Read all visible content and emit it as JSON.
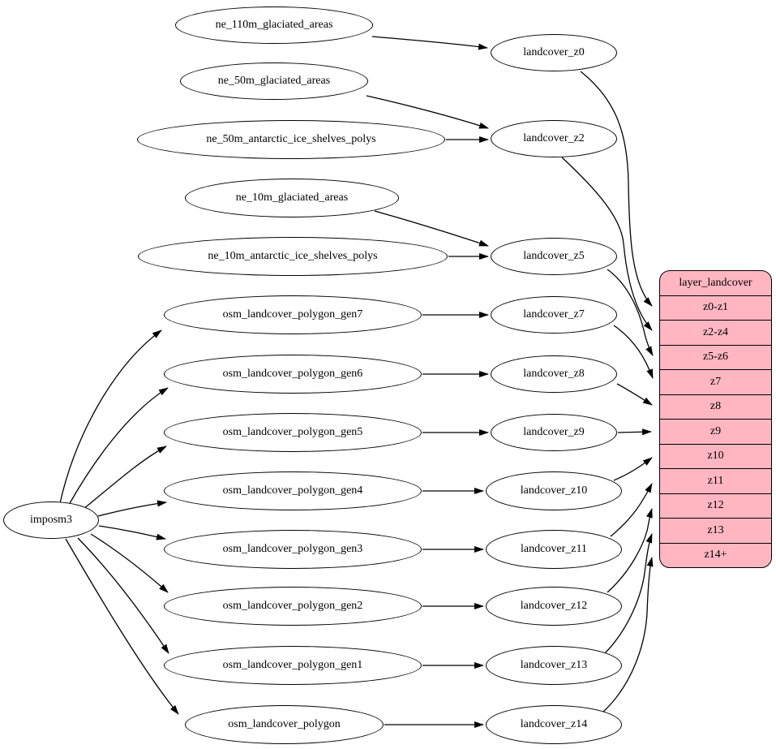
{
  "colors": {
    "background": "#ffffff",
    "node_fill": "#ffffff",
    "stroke": "#000000",
    "table_fill": "#ffb6c1",
    "text": "#000000"
  },
  "etl": {
    "import_node": "imposm3",
    "input_nodes": [
      "ne_110m_glaciated_areas",
      "ne_50m_glaciated_areas",
      "ne_50m_antarctic_ice_shelves_polys",
      "ne_10m_glaciated_areas",
      "ne_10m_antarctic_ice_shelves_polys",
      "osm_landcover_polygon_gen7",
      "osm_landcover_polygon_gen6",
      "osm_landcover_polygon_gen5",
      "osm_landcover_polygon_gen4",
      "osm_landcover_polygon_gen3",
      "osm_landcover_polygon_gen2",
      "osm_landcover_polygon_gen1",
      "osm_landcover_polygon"
    ],
    "transform_nodes": [
      "landcover_z0",
      "landcover_z2",
      "landcover_z5",
      "landcover_z7",
      "landcover_z8",
      "landcover_z9",
      "landcover_z10",
      "landcover_z11",
      "landcover_z12",
      "landcover_z13",
      "landcover_z14"
    ],
    "layer_table": {
      "title": "layer_landcover",
      "rows": [
        "z0-z1",
        "z2-z4",
        "z5-z6",
        "z7",
        "z8",
        "z9",
        "z10",
        "z11",
        "z12",
        "z13",
        "z14+"
      ]
    },
    "edges": [
      {
        "from": "imposm3",
        "to": "osm_landcover_polygon_gen7"
      },
      {
        "from": "imposm3",
        "to": "osm_landcover_polygon_gen6"
      },
      {
        "from": "imposm3",
        "to": "osm_landcover_polygon_gen5"
      },
      {
        "from": "imposm3",
        "to": "osm_landcover_polygon_gen4"
      },
      {
        "from": "imposm3",
        "to": "osm_landcover_polygon_gen3"
      },
      {
        "from": "imposm3",
        "to": "osm_landcover_polygon_gen2"
      },
      {
        "from": "imposm3",
        "to": "osm_landcover_polygon_gen1"
      },
      {
        "from": "imposm3",
        "to": "osm_landcover_polygon"
      },
      {
        "from": "ne_110m_glaciated_areas",
        "to": "landcover_z0"
      },
      {
        "from": "ne_50m_glaciated_areas",
        "to": "landcover_z2"
      },
      {
        "from": "ne_50m_antarctic_ice_shelves_polys",
        "to": "landcover_z2"
      },
      {
        "from": "ne_10m_glaciated_areas",
        "to": "landcover_z5"
      },
      {
        "from": "ne_10m_antarctic_ice_shelves_polys",
        "to": "landcover_z5"
      },
      {
        "from": "osm_landcover_polygon_gen7",
        "to": "landcover_z7"
      },
      {
        "from": "osm_landcover_polygon_gen6",
        "to": "landcover_z8"
      },
      {
        "from": "osm_landcover_polygon_gen5",
        "to": "landcover_z9"
      },
      {
        "from": "osm_landcover_polygon_gen4",
        "to": "landcover_z10"
      },
      {
        "from": "osm_landcover_polygon_gen3",
        "to": "landcover_z11"
      },
      {
        "from": "osm_landcover_polygon_gen2",
        "to": "landcover_z12"
      },
      {
        "from": "osm_landcover_polygon_gen1",
        "to": "landcover_z13"
      },
      {
        "from": "osm_landcover_polygon",
        "to": "landcover_z14"
      },
      {
        "from": "landcover_z0",
        "to": "layer_landcover.z0-z1"
      },
      {
        "from": "landcover_z2",
        "to": "layer_landcover.z2-z4"
      },
      {
        "from": "landcover_z5",
        "to": "layer_landcover.z5-z6"
      },
      {
        "from": "landcover_z7",
        "to": "layer_landcover.z7"
      },
      {
        "from": "landcover_z8",
        "to": "layer_landcover.z8"
      },
      {
        "from": "landcover_z9",
        "to": "layer_landcover.z9"
      },
      {
        "from": "landcover_z10",
        "to": "layer_landcover.z10"
      },
      {
        "from": "landcover_z11",
        "to": "layer_landcover.z11"
      },
      {
        "from": "landcover_z12",
        "to": "layer_landcover.z12"
      },
      {
        "from": "landcover_z13",
        "to": "layer_landcover.z13"
      },
      {
        "from": "landcover_z14",
        "to": "layer_landcover.z14+"
      }
    ]
  }
}
